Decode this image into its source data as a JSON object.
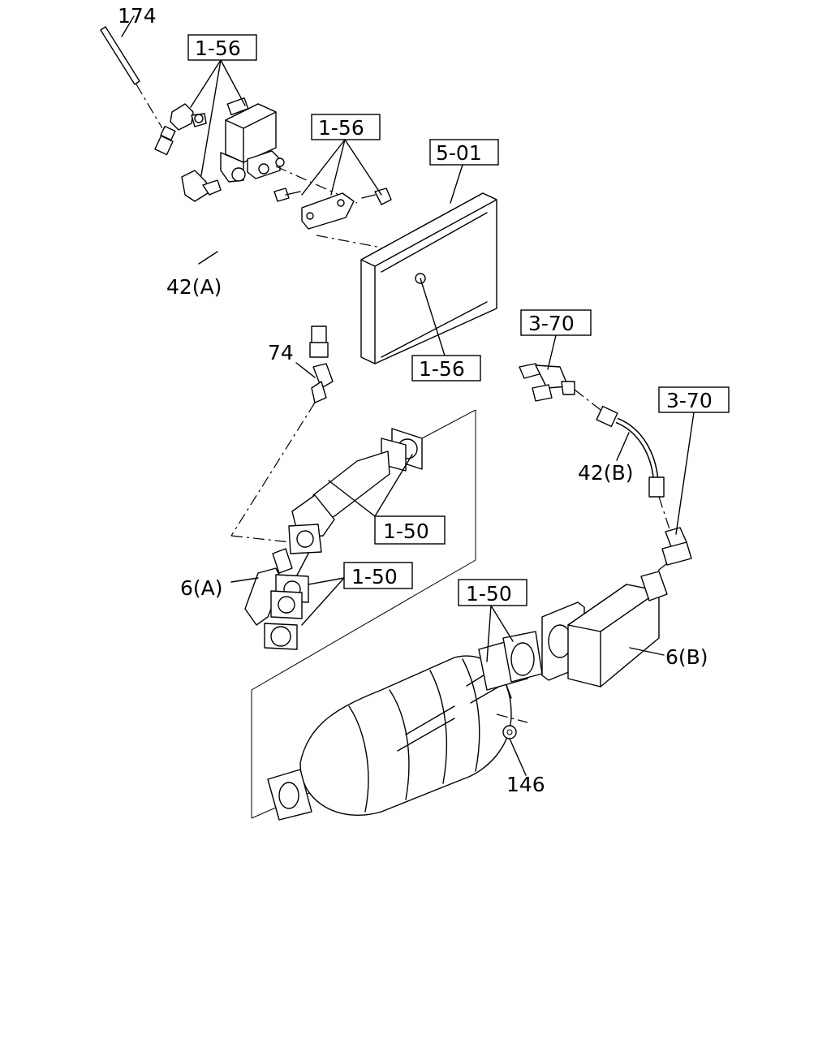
{
  "labels": {
    "l174": "174",
    "ref_top_1": "1-56",
    "ref_top_2": "1-56",
    "ref_501": "5-01",
    "l42a": "42(A)",
    "ref_156_low": "1-56",
    "l74": "74",
    "ref_370_a": "3-70",
    "ref_370_b": "3-70",
    "l42b": "42(B)",
    "ref_150_a": "1-50",
    "ref_150_b": "1-50",
    "l6a": "6(A)",
    "ref_150_c": "1-50",
    "l6b": "6(B)",
    "l146": "146"
  }
}
